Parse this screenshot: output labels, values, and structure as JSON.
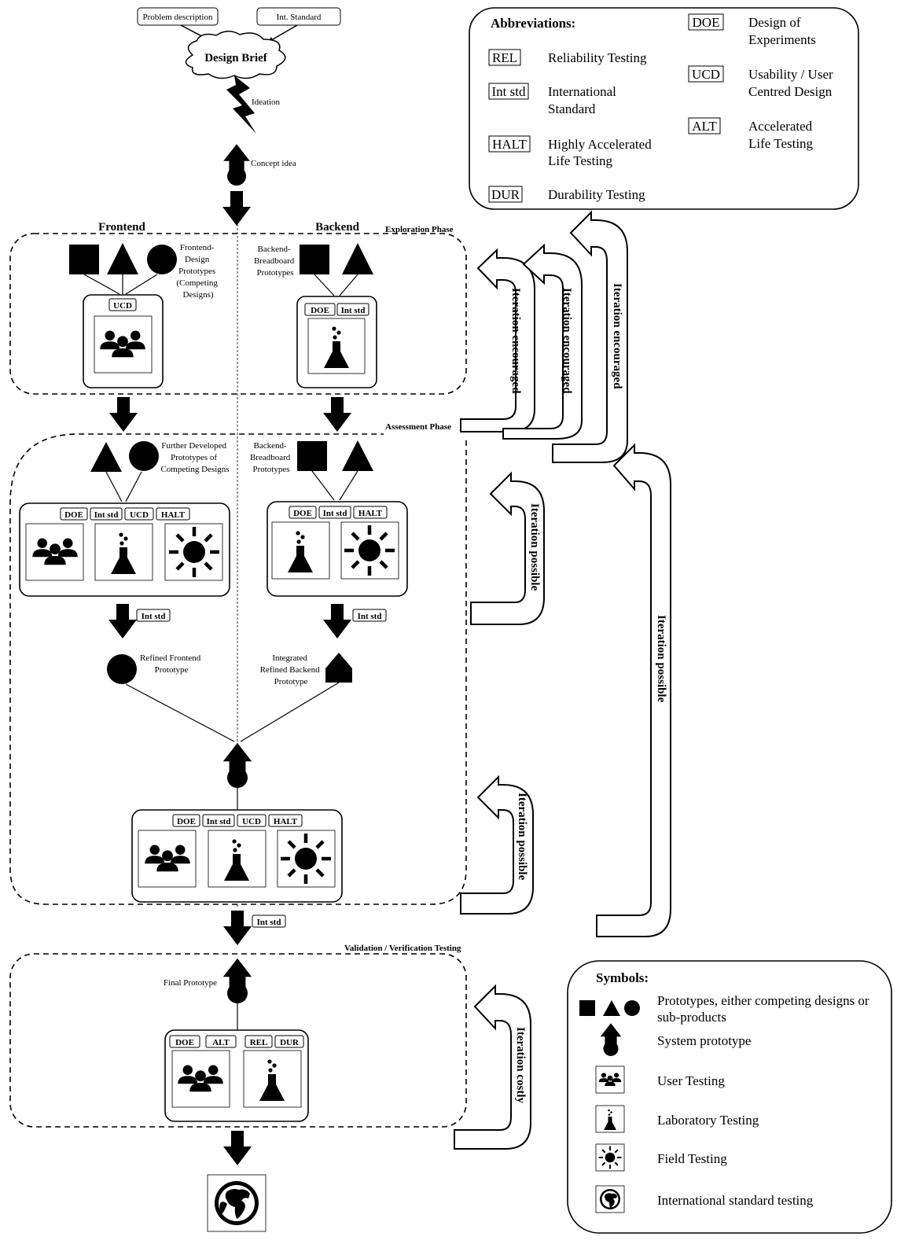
{
  "inputs": {
    "problem": "Problem description",
    "int_standard": "Int. Standard",
    "design_brief": "Design Brief",
    "ideation": "Ideation",
    "concept": "Concept idea"
  },
  "columns": {
    "frontend": "Frontend",
    "backend": "Backend"
  },
  "phases": {
    "exploration": "Exploration Phase",
    "assessment": "Assessment Phase",
    "validation": "Validation / Verification Testing"
  },
  "labels": {
    "fe_design_prototypes": [
      "Frontend-",
      "Design",
      "Prototypes",
      "(Competing",
      "Designs)"
    ],
    "be_breadboard": [
      "Backend-",
      "Breadboard",
      "Prototypes"
    ],
    "further_developed": [
      "Further Developed",
      "Prototypes of",
      "Competing Designs"
    ],
    "refined_frontend": [
      "Refined Frontend",
      "Prototype"
    ],
    "integrated_backend": [
      "Integrated",
      "Refined Backend",
      "Prototype"
    ],
    "final_prototype": "Final Prototype"
  },
  "tags": {
    "ucd": "UCD",
    "doe": "DOE",
    "int_std": "Int std",
    "halt": "HALT",
    "alt": "ALT",
    "rel": "REL",
    "dur": "DUR"
  },
  "iterations": {
    "encouraged": "Iteration encouraged",
    "possible": "Iteration possible",
    "costly": "Iteration costly"
  },
  "abbreviations": {
    "title": "Abbreviations:",
    "items": [
      {
        "key": "REL",
        "text": [
          "Reliability Testing"
        ]
      },
      {
        "key": "Int std",
        "text": [
          "International",
          "Standard"
        ]
      },
      {
        "key": "HALT",
        "text": [
          "Highly Accelerated",
          "Life Testing"
        ]
      },
      {
        "key": "DUR",
        "text": [
          "Durability Testing"
        ]
      },
      {
        "key": "DOE",
        "text": [
          "Design of",
          "Experiments"
        ]
      },
      {
        "key": "UCD",
        "text": [
          "Usability / User",
          "Centred Design"
        ]
      },
      {
        "key": "ALT",
        "text": [
          "Accelerated",
          "Life Testing"
        ]
      }
    ]
  },
  "symbols": {
    "title": "Symbols:",
    "items": [
      {
        "icon": "shapes-icon",
        "text": [
          "Prototypes, either competing designs or",
          "sub-products"
        ]
      },
      {
        "icon": "system-prototype-icon",
        "text": [
          "System prototype"
        ]
      },
      {
        "icon": "user-testing-icon",
        "text": [
          "User Testing"
        ]
      },
      {
        "icon": "lab-testing-icon",
        "text": [
          "Laboratory Testing"
        ]
      },
      {
        "icon": "field-testing-icon",
        "text": [
          "Field Testing"
        ]
      },
      {
        "icon": "globe-icon",
        "text": [
          "International standard testing"
        ]
      }
    ]
  }
}
